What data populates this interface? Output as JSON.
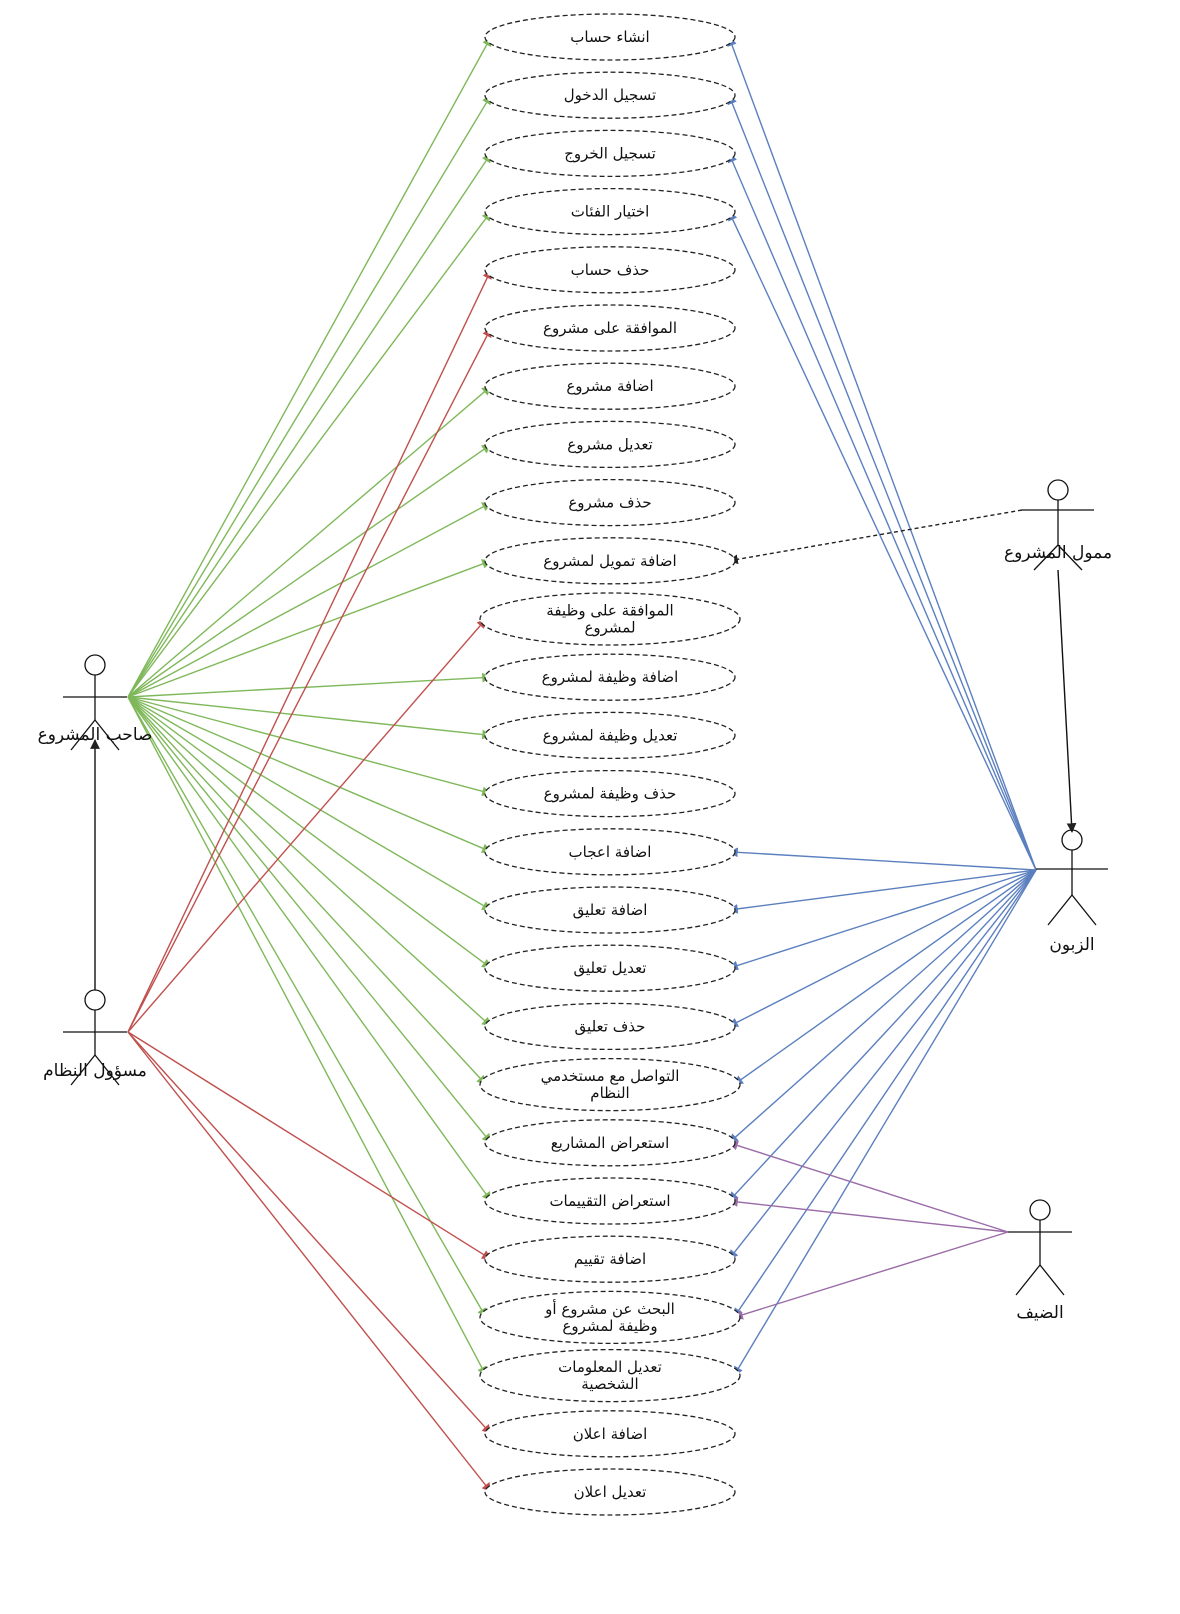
{
  "colors": {
    "project_owner": "#7fb85a",
    "admin": "#c0504d",
    "customer": "#5b7fbf",
    "guest": "#9a6ca8",
    "funder": "#222222",
    "ellipse_border": "#222222"
  },
  "actors": {
    "project_owner": {
      "label": "صاحب المشروع",
      "icon": "stick-figure-icon"
    },
    "admin": {
      "label": "مسؤول النظام",
      "icon": "stick-figure-icon"
    },
    "funder": {
      "label": "ممول المشروع",
      "icon": "stick-figure-icon"
    },
    "customer": {
      "label": "الزبون",
      "icon": "stick-figure-icon"
    },
    "guest": {
      "label": "الضيف",
      "icon": "stick-figure-icon"
    }
  },
  "use_cases": [
    {
      "lines": [
        "انشاء حساب"
      ]
    },
    {
      "lines": [
        "تسجيل الدخول"
      ]
    },
    {
      "lines": [
        "تسجيل الخروج"
      ]
    },
    {
      "lines": [
        "اختيار الفئات"
      ]
    },
    {
      "lines": [
        "حذف حساب"
      ]
    },
    {
      "lines": [
        "الموافقة على مشروع"
      ]
    },
    {
      "lines": [
        "اضافة مشروع"
      ]
    },
    {
      "lines": [
        "تعديل مشروع"
      ]
    },
    {
      "lines": [
        "حذف مشروع"
      ]
    },
    {
      "lines": [
        "اضافة تمويل لمشروع"
      ]
    },
    {
      "lines": [
        "الموافقة على وظيفة",
        "لمشروع"
      ]
    },
    {
      "lines": [
        "اضافة وظيفة لمشروع"
      ]
    },
    {
      "lines": [
        "تعديل وظيفة لمشروع"
      ]
    },
    {
      "lines": [
        "حذف وظيفة لمشروع"
      ]
    },
    {
      "lines": [
        "اضافة اعجاب"
      ]
    },
    {
      "lines": [
        "اضافة تعليق"
      ]
    },
    {
      "lines": [
        "تعديل تعليق"
      ]
    },
    {
      "lines": [
        "حذف تعليق"
      ]
    },
    {
      "lines": [
        "التواصل مع مستخدمي",
        "النظام"
      ]
    },
    {
      "lines": [
        "استعراض المشاريع"
      ]
    },
    {
      "lines": [
        "استعراض التقييمات"
      ]
    },
    {
      "lines": [
        "اضافة تقييم"
      ]
    },
    {
      "lines": [
        "البحث عن مشروع أو",
        "وظيفة لمشروع"
      ]
    },
    {
      "lines": [
        "تعديل المعلومات",
        "الشخصية"
      ]
    },
    {
      "lines": [
        "اضافة اعلان"
      ]
    },
    {
      "lines": [
        "تعديل اعلان"
      ]
    }
  ],
  "associations": {
    "project_owner": [
      0,
      1,
      2,
      3,
      6,
      7,
      8,
      9,
      11,
      12,
      13,
      14,
      15,
      16,
      17,
      18,
      19,
      20,
      22,
      23
    ],
    "admin": [
      4,
      5,
      10,
      21,
      24,
      25
    ],
    "customer": [
      0,
      1,
      2,
      3,
      14,
      15,
      16,
      17,
      18,
      19,
      20,
      21,
      22,
      23
    ],
    "guest": [
      19,
      20,
      22
    ],
    "funder": [
      9
    ]
  }
}
